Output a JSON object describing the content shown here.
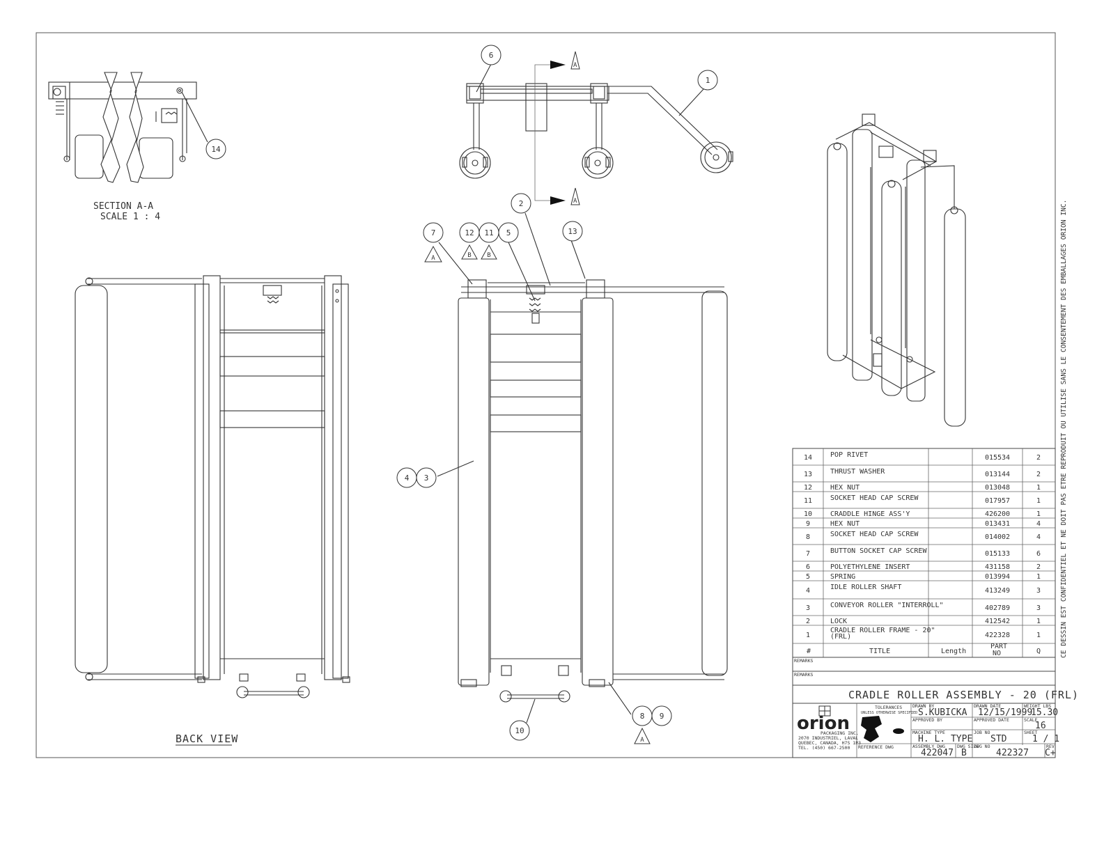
{
  "views": {
    "section_title": "SECTION A-A",
    "section_scale": "SCALE 1 : 4",
    "back_view": "BACK VIEW",
    "section_marker": "A"
  },
  "balloons": [
    {
      "label": "1"
    },
    {
      "label": "2"
    },
    {
      "label": "3"
    },
    {
      "label": "4"
    },
    {
      "label": "5"
    },
    {
      "label": "6"
    },
    {
      "label": "7"
    },
    {
      "label": "8"
    },
    {
      "label": "9"
    },
    {
      "label": "10"
    },
    {
      "label": "11"
    },
    {
      "label": "12"
    },
    {
      "label": "13"
    },
    {
      "label": "14"
    }
  ],
  "tri_labels": {
    "a": "A",
    "b": "B"
  },
  "side_note": "CE DESSIN EST CONFIDENTIEL ET NE DOIT PAS ETRE REPRODUIT OU UTILISE SANS LE CONSENTEMENT DES EMBALLAGES ORION INC.",
  "bom": {
    "rows": [
      {
        "item": "14",
        "title": "POP RIVET",
        "part": "015534",
        "qty": "2"
      },
      {
        "item": "13",
        "title": "THRUST WASHER",
        "part": "013144",
        "qty": "2"
      },
      {
        "item": "12",
        "title": "HEX NUT",
        "part": "013048",
        "qty": "1"
      },
      {
        "item": "11",
        "title": "SOCKET HEAD CAP SCREW",
        "part": "017957",
        "qty": "1"
      },
      {
        "item": "10",
        "title": "CRADDLE HINGE ASS'Y",
        "part": "426200",
        "qty": "1"
      },
      {
        "item": "9",
        "title": "HEX NUT",
        "part": "013431",
        "qty": "4"
      },
      {
        "item": "8",
        "title": "SOCKET HEAD CAP SCREW",
        "part": "014002",
        "qty": "4"
      },
      {
        "item": "7",
        "title": "BUTTON SOCKET CAP SCREW",
        "part": "015133",
        "qty": "6"
      },
      {
        "item": "6",
        "title": "POLYETHYLENE INSERT",
        "part": "431158",
        "qty": "2"
      },
      {
        "item": "5",
        "title": "SPRING",
        "part": "013994",
        "qty": "1"
      },
      {
        "item": "4",
        "title": "IDLE ROLLER SHAFT",
        "part": "413249",
        "qty": "3"
      },
      {
        "item": "3",
        "title": "CONVEYOR ROLLER \"INTERROLL\"",
        "part": "402789",
        "qty": "3"
      },
      {
        "item": "2",
        "title": "LOCK",
        "part": "412542",
        "qty": "1"
      },
      {
        "item": "1",
        "title": "CRADLE ROLLER FRAME - 20\"",
        "title2": "(FRL)",
        "part": "422328",
        "qty": "1"
      }
    ],
    "header": {
      "item": "#",
      "title": "TITLE",
      "length": "Length",
      "part": "PART",
      "part2": "NO",
      "qty": "Q"
    }
  },
  "title_block": {
    "remarks1": "REMARKS",
    "remarks2": "REMARKS",
    "title": "CRADLE ROLLER ASSEMBLY - 20 (FRL)",
    "tolerances": "TOLERANCES",
    "tol_note": "UNLESS OTHERWISE SPECIFIED",
    "drawn_by_label": "DRAWN BY",
    "drawn_by": "S.KUBICKA",
    "drawn_date_label": "DRAWN DATE",
    "drawn_date": "12/15/1999",
    "weight_label": "WEIGHT LBS",
    "weight": "15.30",
    "approved_label": "APPROVED BY",
    "approved_date_label": "APPROVED DATE",
    "scale_label": "SCALE",
    "scale": "16",
    "machine_label": "MACHINE TYPE",
    "machine": "H. L. TYPE",
    "job_label": "JOB NO",
    "job": "STD",
    "sheet_label": "SHEET",
    "sheet": "1 / 1",
    "ref_label": "REFERENCE DWG",
    "assembly_label": "ASSEMBLY DWG",
    "assembly": "422047",
    "size_label": "DWG SIZE",
    "size": "B",
    "dwg_label": "DWG NO",
    "dwg": "422327",
    "rev_label": "REV",
    "rev": "C+",
    "company": "orion",
    "company_sub": "PACKAGING INC.",
    "addr1": "2070 INDUSTRIEL, LAVAL",
    "addr2": "QUEBEC, CANADA, H7S 1P3",
    "addr3": "TEL. (450) 667-2500"
  }
}
